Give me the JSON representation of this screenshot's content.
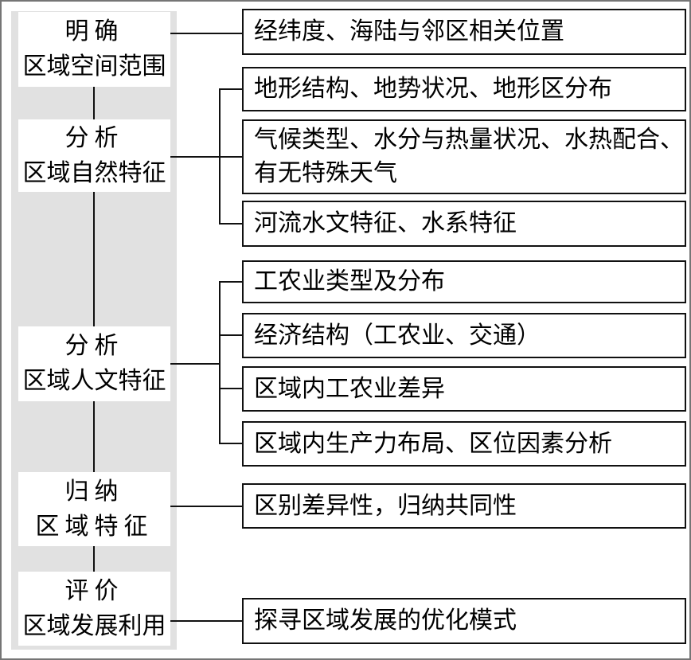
{
  "diagram": {
    "stages": [
      {
        "line1": "明确",
        "line2": "区域空间范围"
      },
      {
        "line1": "分析",
        "line2": "区域自然特征"
      },
      {
        "line1": "分析",
        "line2": "区域人文特征"
      },
      {
        "line1": "归纳",
        "line2": "区域特征"
      },
      {
        "line1": "评价",
        "line2": "区域发展利用"
      }
    ],
    "details": [
      "经纬度、海陆与邻区相关位置",
      "地形结构、地势状况、地形区分布",
      "气候类型、水分与热量状况、水热配合、\n有无特殊天气",
      "河流水文特征、水系特征",
      "工农业类型及分布",
      "经济结构（工农业、交通）",
      "区域内工农业差异",
      "区域内生产力布局、区位因素分析",
      "区别差异性，归纳共同性",
      "探寻区域发展的优化模式"
    ],
    "colors": {
      "band": "#e1e1e1",
      "line": "#111111",
      "frame": "#757575",
      "text": "#000000"
    }
  }
}
